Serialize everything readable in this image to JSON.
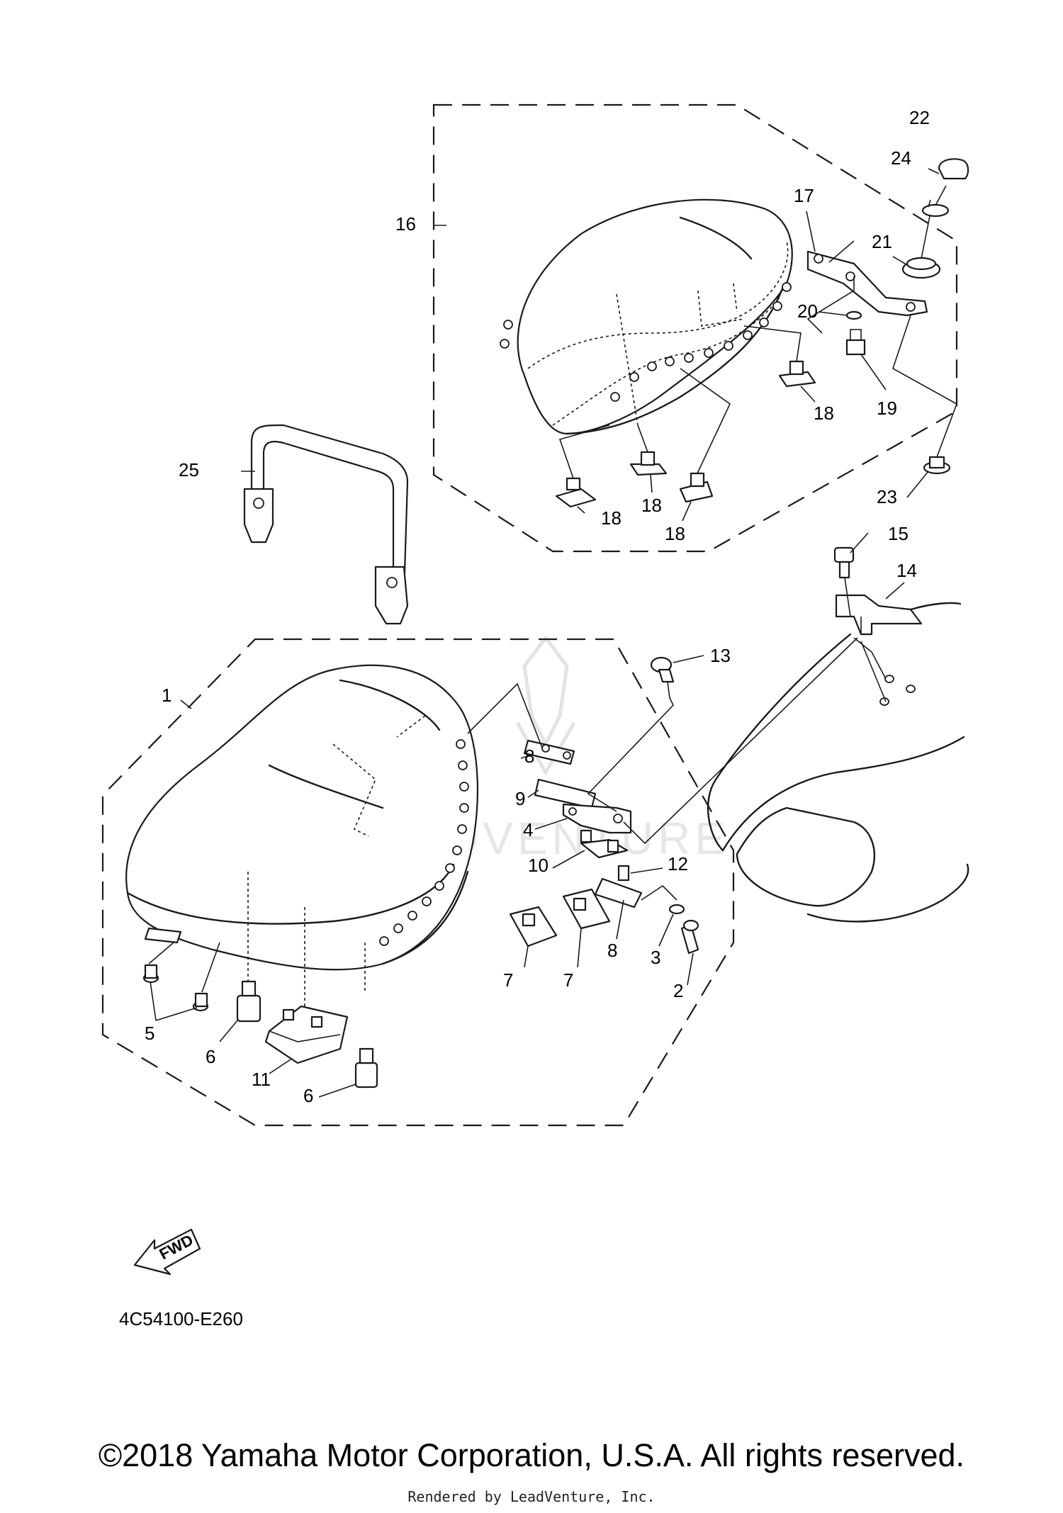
{
  "diagram": {
    "callouts": [
      "1",
      "2",
      "3",
      "4",
      "5",
      "6",
      "6",
      "7",
      "7",
      "8",
      "8",
      "9",
      "10",
      "11",
      "12",
      "13",
      "14",
      "15",
      "16",
      "17",
      "18",
      "18",
      "18",
      "18",
      "19",
      "20",
      "21",
      "22",
      "23",
      "24",
      "25"
    ],
    "part_code": "4C54100-E260",
    "fwd_label": "FWD",
    "watermark_text": "LEADVENTURE"
  },
  "footer": {
    "copyright": "©2018 Yamaha Motor Corporation, U.S.A. All rights reserved.",
    "rendered_by": "Rendered by LeadVenture, Inc."
  },
  "colors": {
    "line": "#1a1a1a",
    "watermark": "#e3e3e3",
    "background": "#ffffff"
  }
}
